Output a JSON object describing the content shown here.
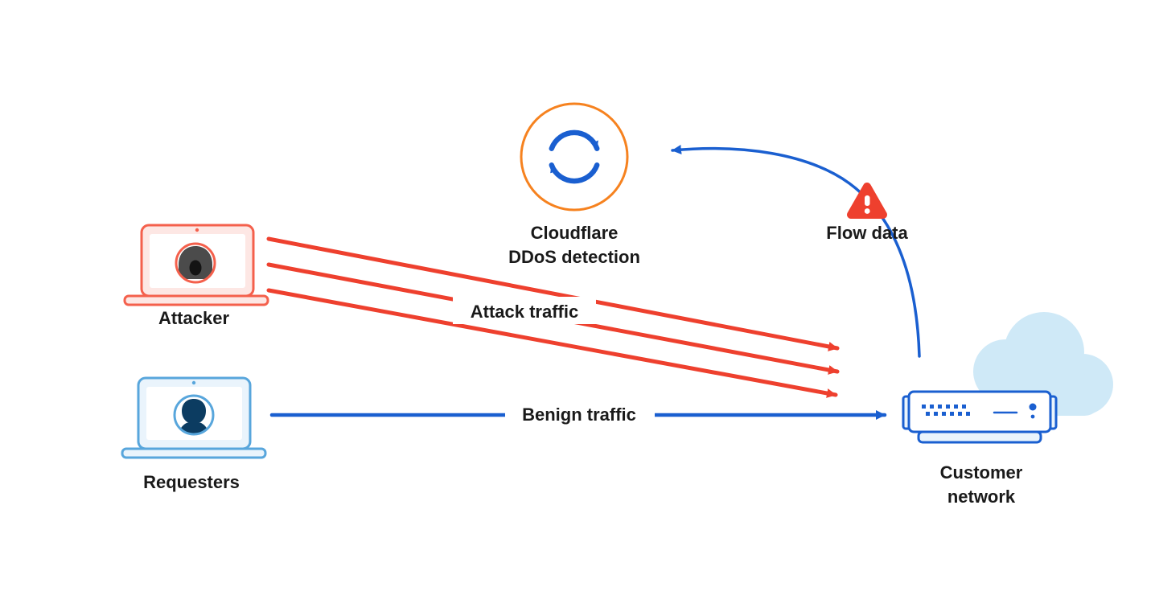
{
  "labels": {
    "attacker": "Attacker",
    "requesters": "Requesters",
    "cloudflare_line1": "Cloudflare",
    "cloudflare_line2": "DDoS detection",
    "flow_data": "Flow data",
    "attack_traffic": "Attack traffic",
    "benign_traffic": "Benign traffic",
    "customer_line1": "Customer",
    "customer_line2": "network"
  },
  "colors": {
    "red": "#ee402e",
    "red_light": "#f4604c",
    "red_fill": "#fde7e4",
    "orange": "#f6821f",
    "blue": "#1a5fd0",
    "sky": "#58a6dc",
    "blue_fill": "#eaf4fc",
    "cloud": "#cfe9f7",
    "navy": "#0c3c61",
    "hoodie": "#4b4b4b",
    "face_dark": "#141414",
    "text": "#1a1a1a"
  },
  "icons": {
    "sync_icon": "circular-refresh-arrows",
    "warning_icon": "alert-triangle-exclamation",
    "attacker_laptop_icon": "laptop-with-hooded-attacker-avatar",
    "requester_laptop_icon": "laptop-with-user-avatar",
    "server_icon": "network-appliance",
    "cloud_icon": "cloud"
  }
}
